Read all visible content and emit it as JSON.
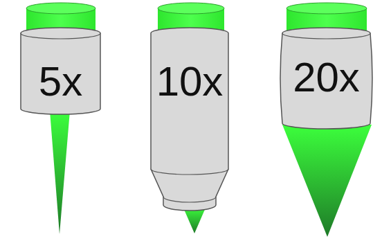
{
  "diagram": {
    "nodes": [
      {
        "text": [
          "5x"
        ]
      },
      {
        "text": [
          "10x"
        ]
      },
      {
        "text": [
          "20x"
        ]
      }
    ]
  }
}
